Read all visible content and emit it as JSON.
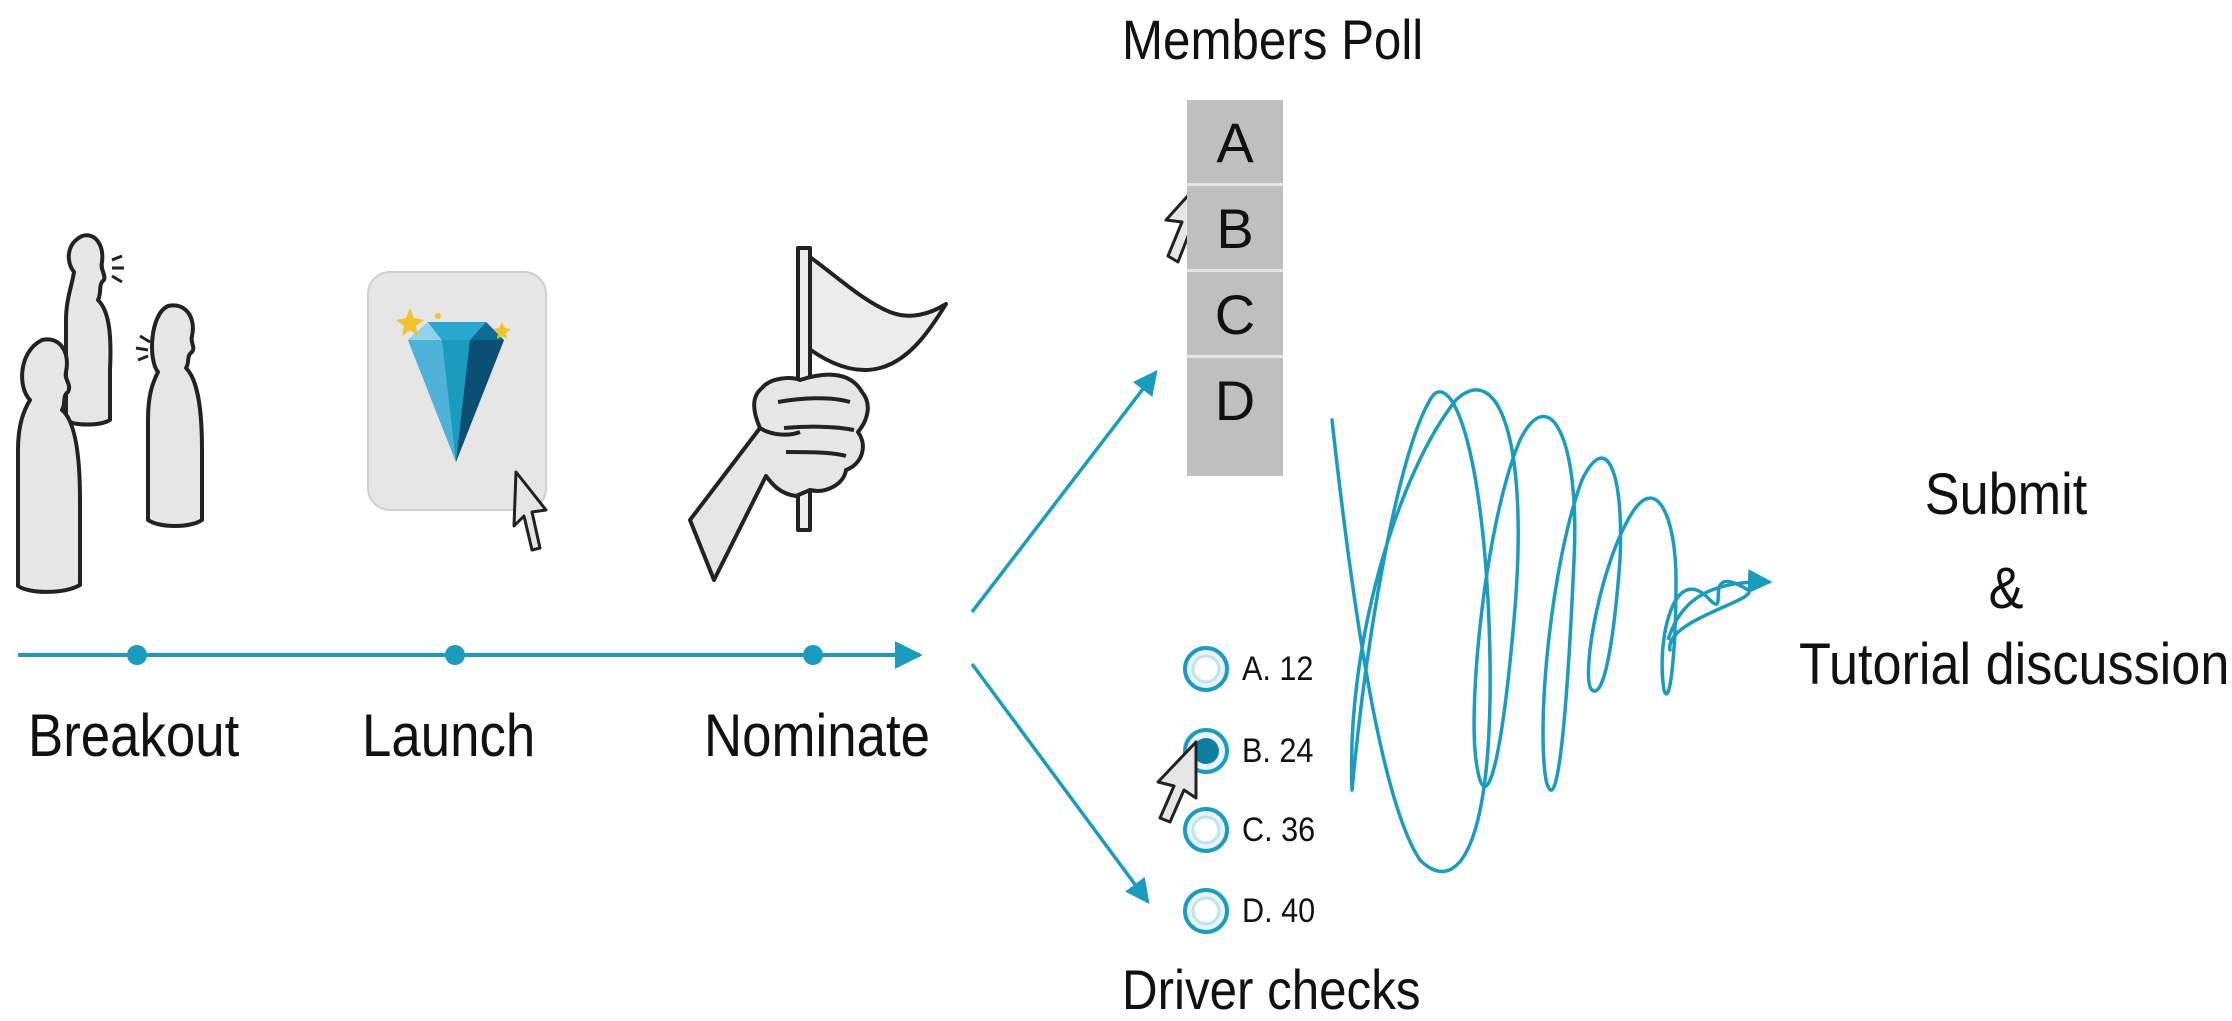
{
  "timeline": {
    "stages": [
      {
        "label": "Breakout"
      },
      {
        "label": "Launch"
      },
      {
        "label": "Nominate"
      }
    ]
  },
  "members_poll": {
    "title": "Members Poll",
    "options": [
      "A",
      "B",
      "C",
      "D"
    ],
    "pointer_on": "B"
  },
  "driver_checks": {
    "title": "Driver checks",
    "options": [
      "A. 12",
      "B. 24",
      "C. 36",
      "D. 40"
    ],
    "selected": "B. 24"
  },
  "outcome": {
    "line1": "Submit",
    "line2": "&",
    "line3": "Tutorial discussion"
  },
  "colors": {
    "accent": "#1b9cbf",
    "accent_dark": "#0e7fa3",
    "poll_fill": "#bfbfbf",
    "figure_fill": "#e6e6e6",
    "gem_light": "#4fb3d9",
    "gem_mid": "#1487b3",
    "gem_dark": "#0b4f75",
    "star": "#f2c12e"
  }
}
